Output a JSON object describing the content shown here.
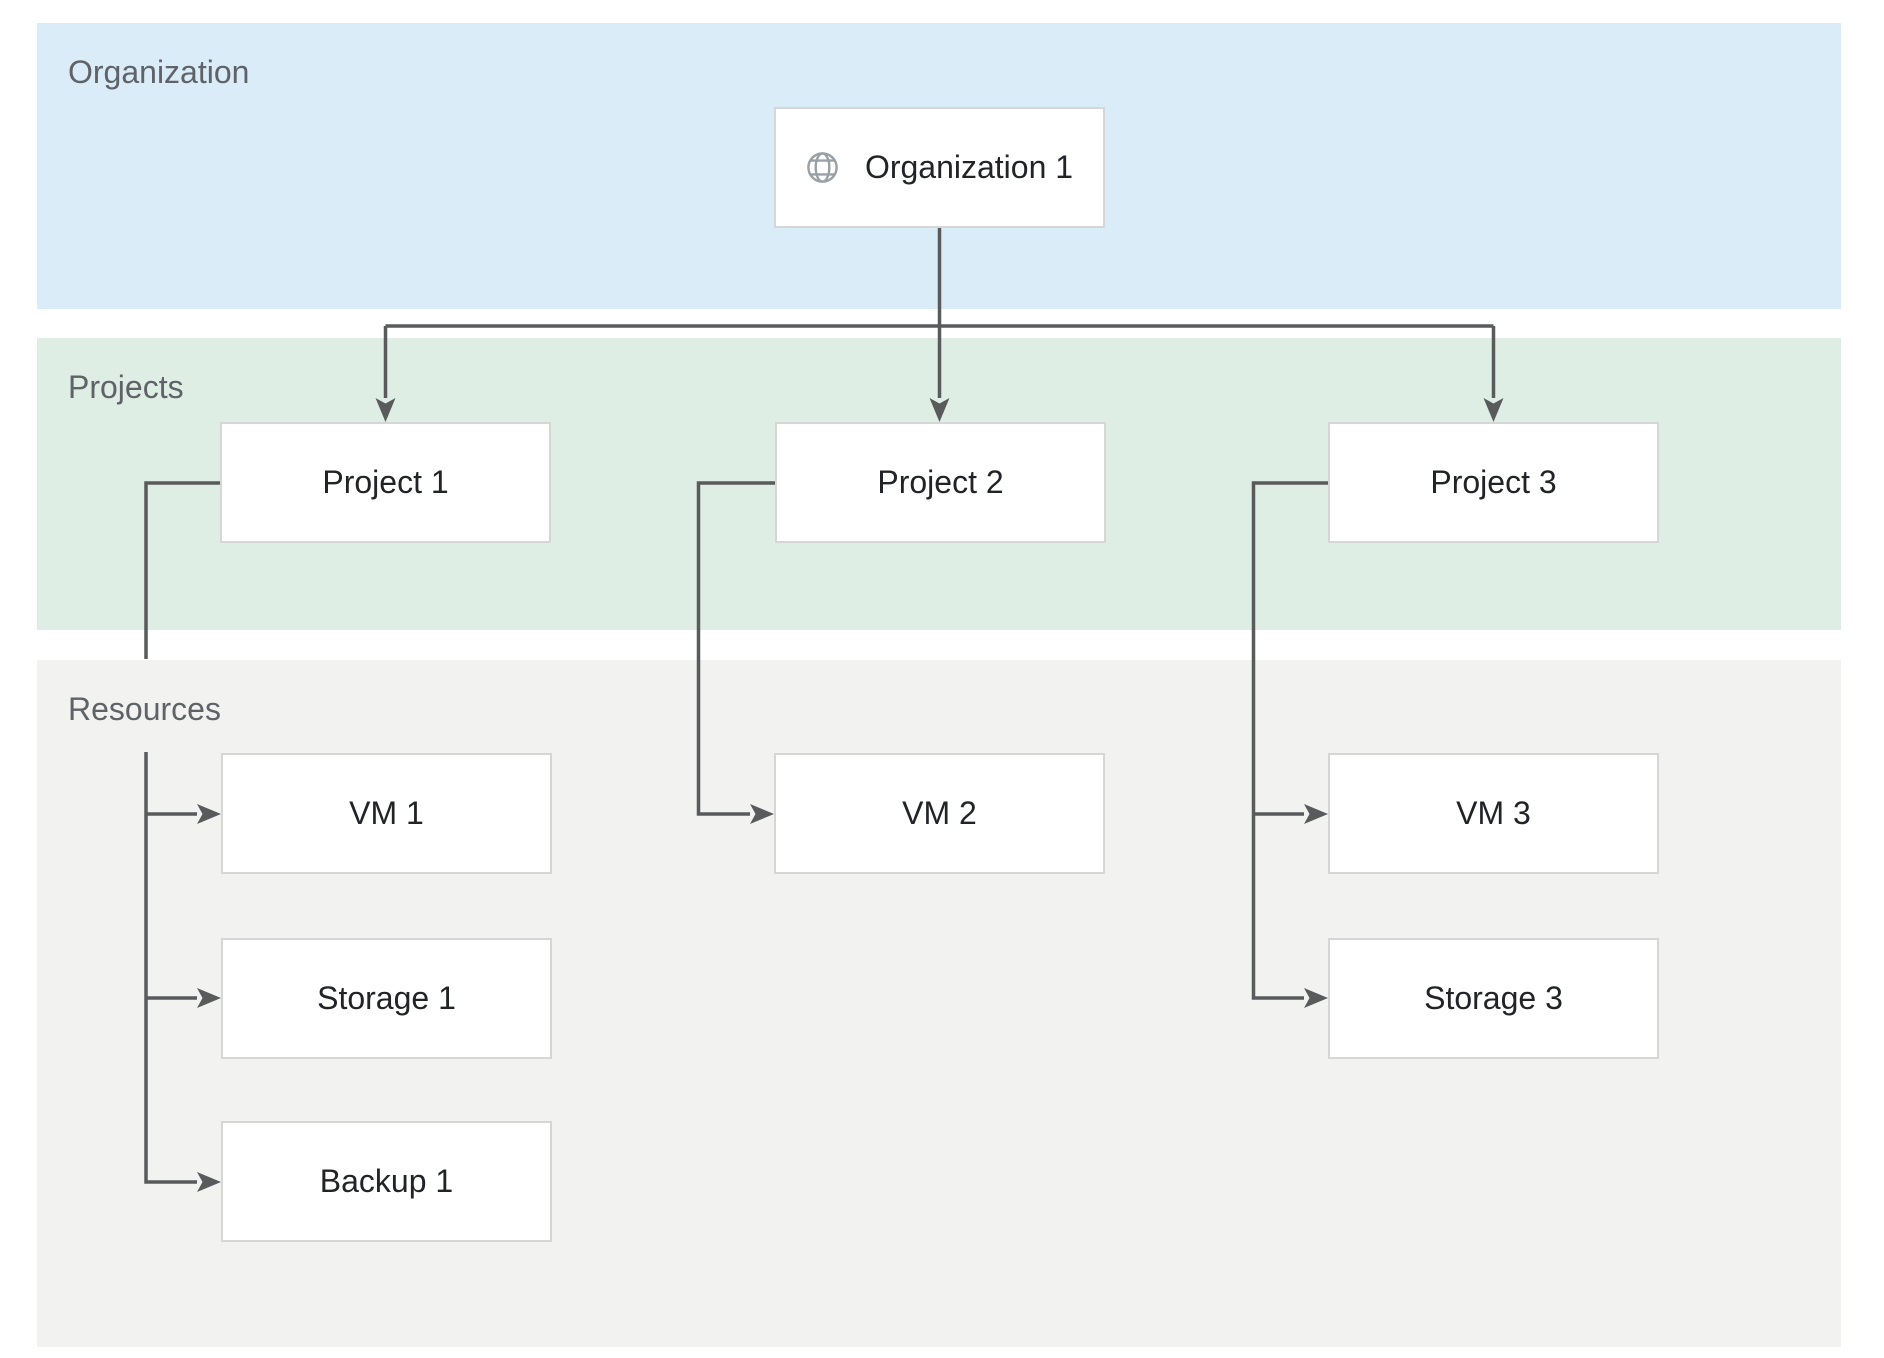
{
  "diagram": {
    "bands": [
      {
        "id": "organization",
        "label": "Organization"
      },
      {
        "id": "projects",
        "label": "Projects"
      },
      {
        "id": "resources",
        "label": "Resources"
      }
    ],
    "nodes": {
      "org1": {
        "label": "Organization 1",
        "icon": "globe-icon"
      },
      "project1": {
        "label": "Project 1"
      },
      "project2": {
        "label": "Project 2"
      },
      "project3": {
        "label": "Project 3"
      },
      "vm1": {
        "label": "VM 1"
      },
      "storage1": {
        "label": "Storage 1"
      },
      "backup1": {
        "label": "Backup 1"
      },
      "vm2": {
        "label": "VM 2"
      },
      "vm3": {
        "label": "VM 3"
      },
      "storage3": {
        "label": "Storage 3"
      }
    },
    "edges": [
      {
        "from": "Organization 1",
        "to": "Project 1"
      },
      {
        "from": "Organization 1",
        "to": "Project 2"
      },
      {
        "from": "Organization 1",
        "to": "Project 3"
      },
      {
        "from": "Project 1",
        "to": "VM 1"
      },
      {
        "from": "Project 1",
        "to": "Storage 1"
      },
      {
        "from": "Project 1",
        "to": "Backup 1"
      },
      {
        "from": "Project 2",
        "to": "VM 2"
      },
      {
        "from": "Project 3",
        "to": "VM 3"
      },
      {
        "from": "Project 3",
        "to": "Storage 3"
      }
    ],
    "colors": {
      "organization_band": "#d9ecf8",
      "projects_band": "#dfeee4",
      "resources_band": "#f2f2f1",
      "node_fill": "#ffffff",
      "node_border": "#d6d6d6",
      "connector": "#595a5c",
      "band_label_text": "#5f6368",
      "node_label_text": "#212327",
      "globe_icon": "#9aa0a6"
    }
  }
}
